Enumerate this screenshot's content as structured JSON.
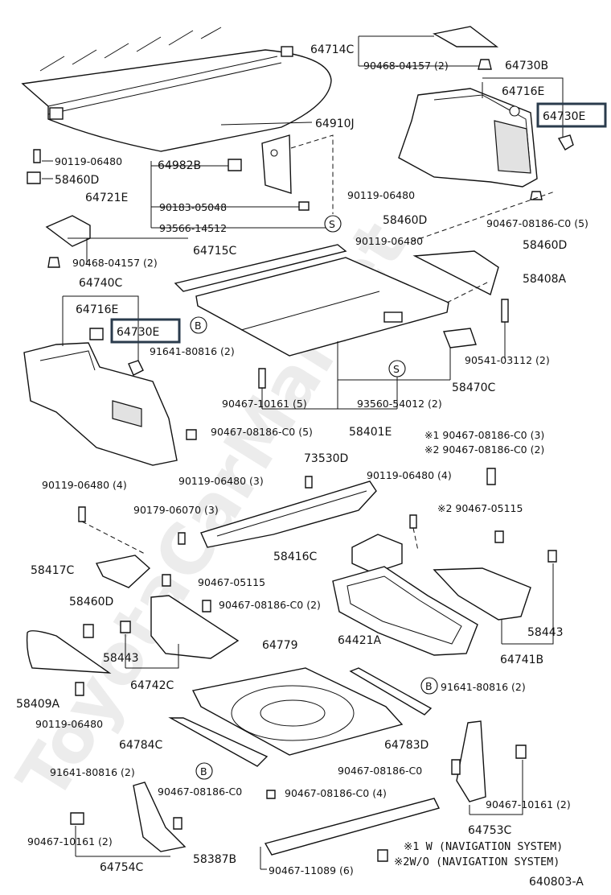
{
  "watermark": "ToyotaCarMarket",
  "diagram_code": "640803-A",
  "symbols": {
    "s": "S",
    "b": "B"
  },
  "boxed_labels": [
    "64730E",
    "64730E"
  ],
  "labels": {
    "p64714C": "64714C",
    "p90468_04157_top": "90468-04157 (2)",
    "p64730B": "64730B",
    "p64716E_r": "64716E",
    "p64910J": "64910J",
    "p90119_06480_a": "90119-06480",
    "p58460D_a": "58460D",
    "p64982B": "64982B",
    "p64721E": "64721E",
    "p90183_05048": "90183-05048",
    "p93566_14512": "93566-14512",
    "p64715C": "64715C",
    "p90468_04157_b": "90468-04157 (2)",
    "p64740C": "64740C",
    "p64716E_l": "64716E",
    "p91641_80816_a": "91641-80816 (2)",
    "p90119_06480_b": "90119-06480",
    "p90467_08186_r": "90467-08186-C0 (5)",
    "p58460D_b": "58460D",
    "p90119_06480_c": "90119-06480",
    "p58460D_c": "58460D",
    "p58408A": "58408A",
    "p90541_03112": "90541-03112 (2)",
    "p58470C": "58470C",
    "p90467_10161_a": "90467-10161 (5)",
    "p93560_54012": "93560-54012 (2)",
    "p90467_08186_l": "90467-08186-C0 (5)",
    "p58401E": "58401E",
    "p_note1_a": "※1 90467-08186-C0 (3)",
    "p_note2_a": "※2 90467-08186-C0 (2)",
    "p73530D": "73530D",
    "p90119_06480_d": "90119-06480 (4)",
    "p90119_06480_e": "90119-06480 (3)",
    "p90119_06480_f": "90119-06480 (4)",
    "p90179_06070": "90179-06070 (3)",
    "p_note2_b": "※2 90467-05115",
    "p58416C": "58416C",
    "p58417C": "58417C",
    "p90467_05115": "90467-05115",
    "p90467_08186_m": "90467-08186-C0 (2)",
    "p58460D_d": "58460D",
    "p58443_a": "58443",
    "p64742C": "64742C",
    "p64421A": "64421A",
    "p58443_b": "58443",
    "p64741B": "64741B",
    "p58409A": "58409A",
    "p90119_06480_g": "90119-06480",
    "p64779": "64779",
    "p91641_80816_b": "91641-80816 (2)",
    "p64783D": "64783D",
    "p64784C": "64784C",
    "p91641_80816_c": "91641-80816 (2)",
    "p90467_08186_n": "90467-08186-C0",
    "p90467_08186_o": "90467-08186-C0",
    "p90467_08186_p": "90467-08186-C0 (4)",
    "p90467_10161_b": "90467-10161 (2)",
    "p90467_10161_c": "90467-10161 (2)",
    "p64753C": "64753C",
    "p64754C": "64754C",
    "p58387B": "58387B",
    "p90467_11089": "90467-11089 (6)",
    "p_note_w": "※1 W (NAVIGATION SYSTEM)",
    "p_note_wo": "※2W/O (NAVIGATION SYSTEM)"
  }
}
